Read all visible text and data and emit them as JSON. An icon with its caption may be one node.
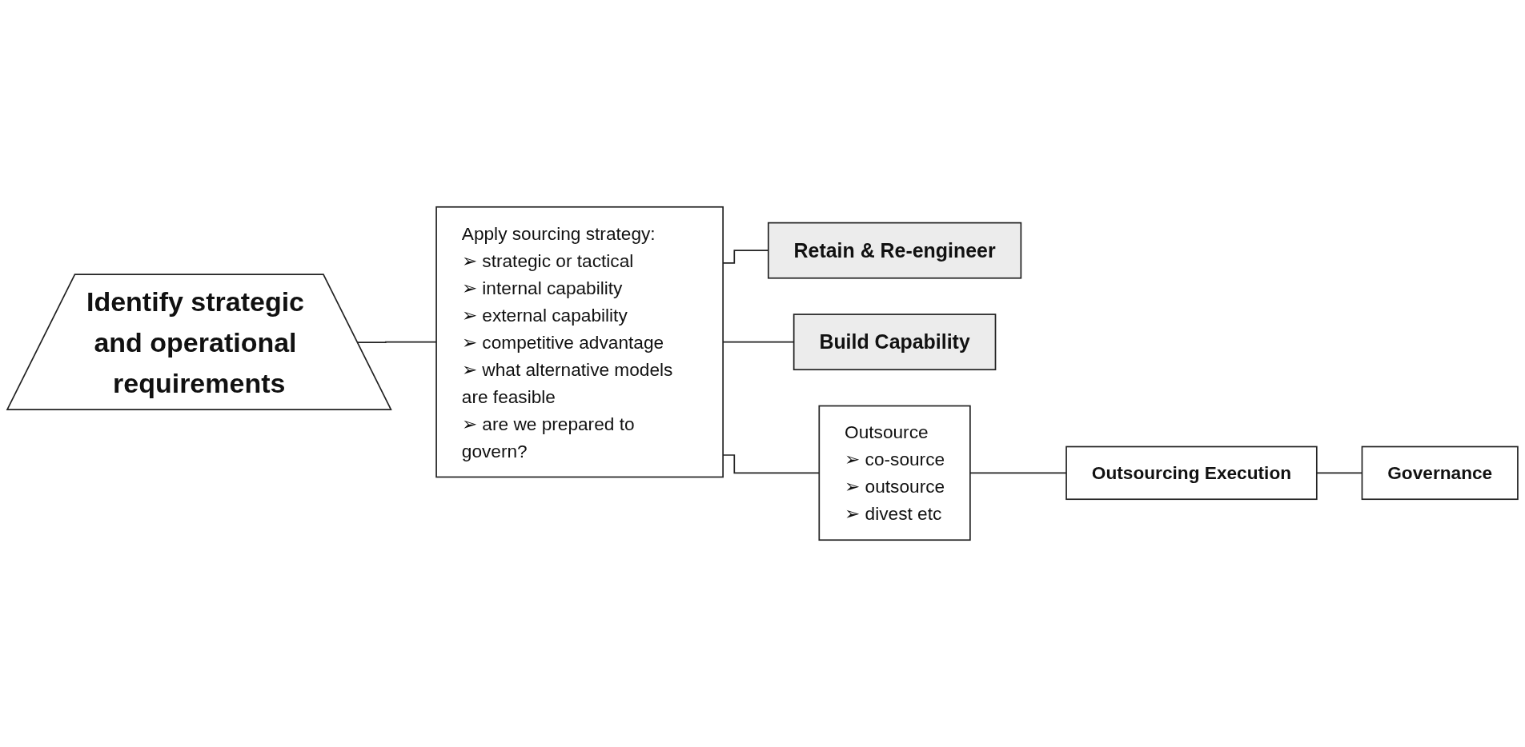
{
  "diagram": {
    "nodes": [
      {
        "text": [
          "Identify strategic and operational requirements"
        ]
      },
      {
        "text": [
          "Apply sourcing strategy:",
          "➢ strategic or tactical",
          "➢ internal capability",
          "➢ external capability",
          "➢ competitive advantage",
          "➢ what alternative models are feasible",
          "➢ are we prepared to govern?"
        ]
      },
      {
        "text": [
          "Retain & Re-engineer"
        ]
      },
      {
        "text": [
          "Build Capability"
        ]
      },
      {
        "text": [
          "Outsource",
          "➢ co-source",
          "➢ outsource",
          "➢ divest etc"
        ]
      },
      {
        "text": [
          "Outsourcing Execution"
        ]
      },
      {
        "text": [
          "Governance"
        ]
      }
    ],
    "edges": [
      {
        "from": 0,
        "to": 1,
        "arrow": "none"
      },
      {
        "from": 1,
        "to": 2,
        "arrow": "none"
      },
      {
        "from": 1,
        "to": 3,
        "arrow": "none"
      },
      {
        "from": 1,
        "to": 4,
        "arrow": "none"
      },
      {
        "from": 4,
        "to": 5,
        "arrow": "none"
      },
      {
        "from": 5,
        "to": 6,
        "arrow": "none"
      }
    ]
  }
}
